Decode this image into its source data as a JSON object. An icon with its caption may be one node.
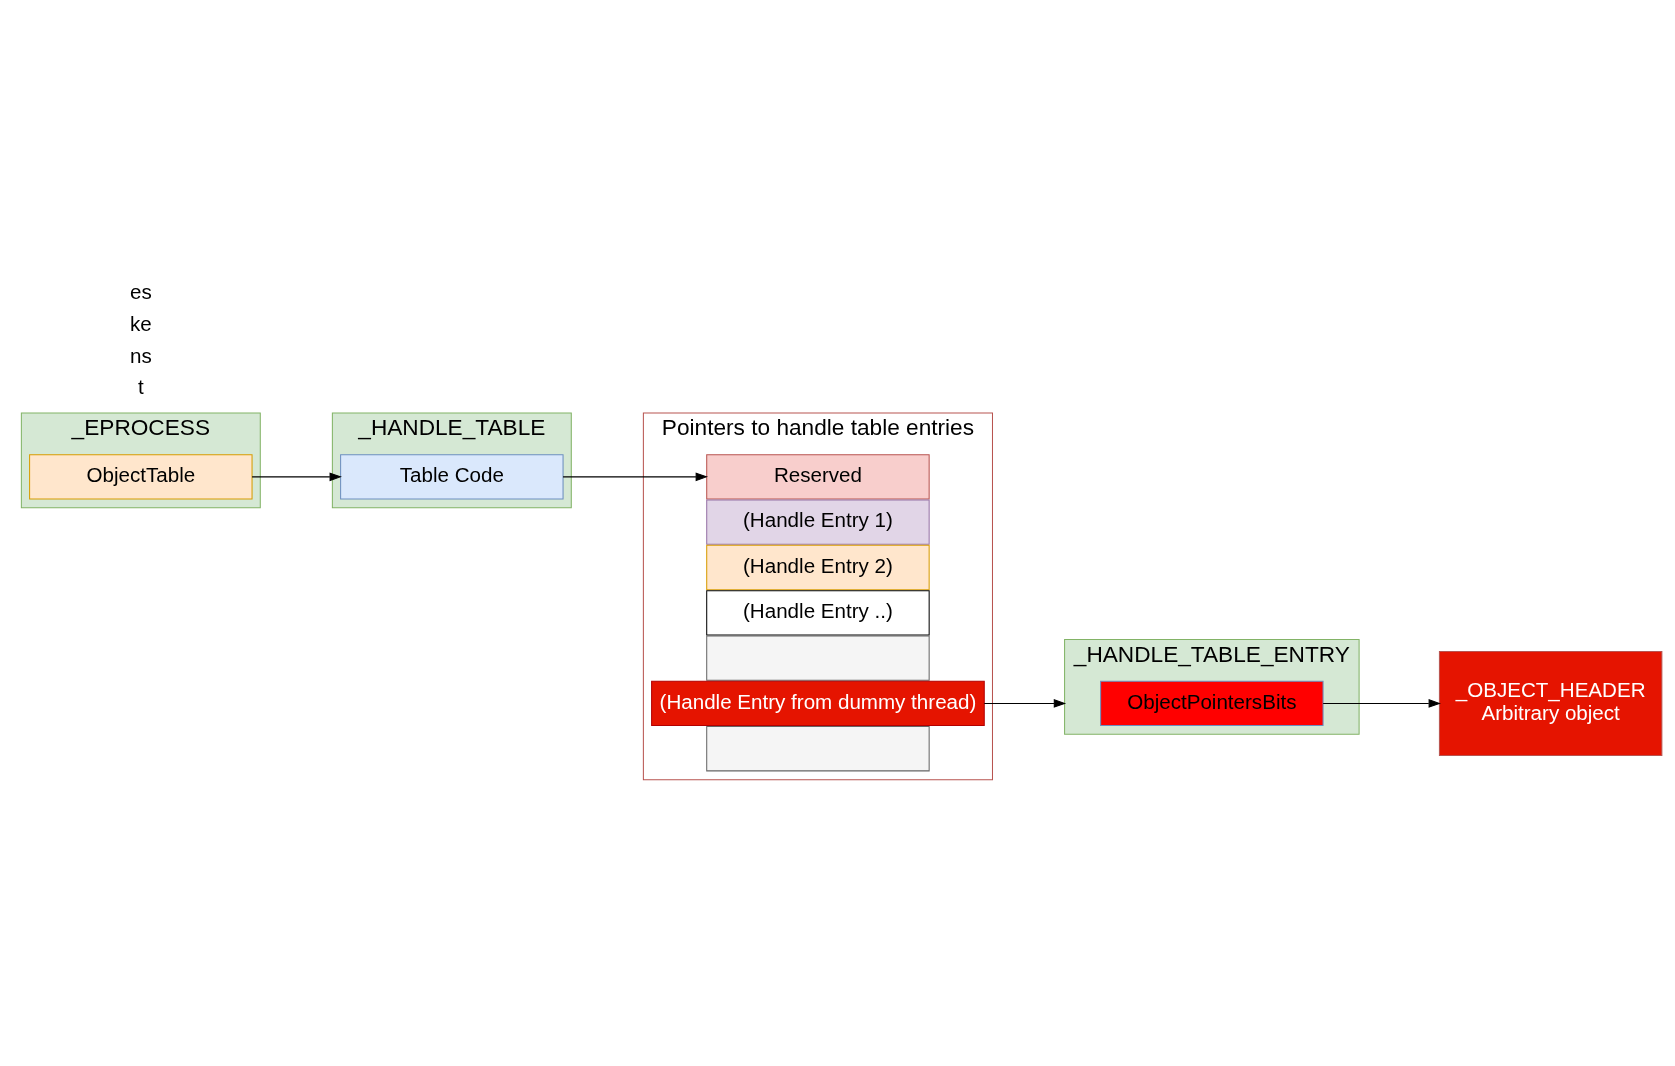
{
  "diagram": {
    "nodes": [
      {
        "text": [
          "_EPROCESS"
        ]
      },
      {
        "text": [
          "ObjectTable"
        ],
        "in": 0
      },
      {
        "text": [
          "_HANDLE_TABLE"
        ]
      },
      {
        "text": [
          "Table Code"
        ],
        "in": 2
      },
      {
        "text": [
          "Pointers to handle table entries"
        ]
      },
      {
        "text": [
          "Reserved"
        ],
        "in": 4
      },
      {
        "text": [
          "(Handle Entry 1)"
        ],
        "in": 4
      },
      {
        "text": [
          "(Handle Entry 2)"
        ],
        "in": 4
      },
      {
        "text": [
          "(Handle Entry ..)"
        ],
        "in": 4
      },
      {
        "text": [],
        "shape": "box",
        "in": 4
      },
      {
        "text": [
          "(Handle Entry from dummy thread)"
        ],
        "in": 4
      },
      {
        "text": [],
        "shape": "box",
        "in": 4
      },
      {
        "text": [
          "_HANDLE_TABLE_ENTRY"
        ]
      },
      {
        "text": [
          "ObjectPointersBits"
        ],
        "in": 12
      },
      {
        "text": [
          "_OBJECT_HEADER",
          "Arbitrary object"
        ]
      }
    ],
    "edges": [
      {
        "from": 1,
        "to": 3,
        "arrow": "to"
      },
      {
        "from": 3,
        "to": 5,
        "arrow": "to"
      },
      {
        "from": 10,
        "to": 12,
        "arrow": "to"
      },
      {
        "from": 13,
        "to": 14,
        "arrow": "to"
      }
    ],
    "labels": [
      "t",
      "ns",
      "ke",
      "es"
    ]
  }
}
